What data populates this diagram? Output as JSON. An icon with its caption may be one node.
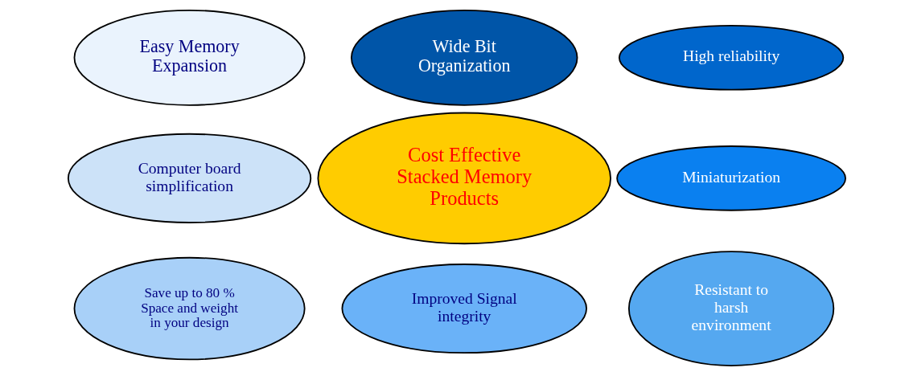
{
  "diagram": {
    "nodes": [
      {
        "text": [
          "Easy Memory Expansion"
        ]
      },
      {
        "text": [
          "Wide Bit Organization"
        ]
      },
      {
        "text": [
          "High reliability"
        ]
      },
      {
        "text": [
          "Computer board simplification"
        ]
      },
      {
        "text": [
          "Cost Effective Stacked Memory Products"
        ]
      },
      {
        "text": [
          "Miniaturization"
        ]
      },
      {
        "text": [
          "Save up to 80 % Space and weight in your design"
        ]
      },
      {
        "text": [
          "Improved Signal integrity"
        ]
      },
      {
        "text": [
          "Resistant to harsh environment"
        ]
      }
    ]
  }
}
